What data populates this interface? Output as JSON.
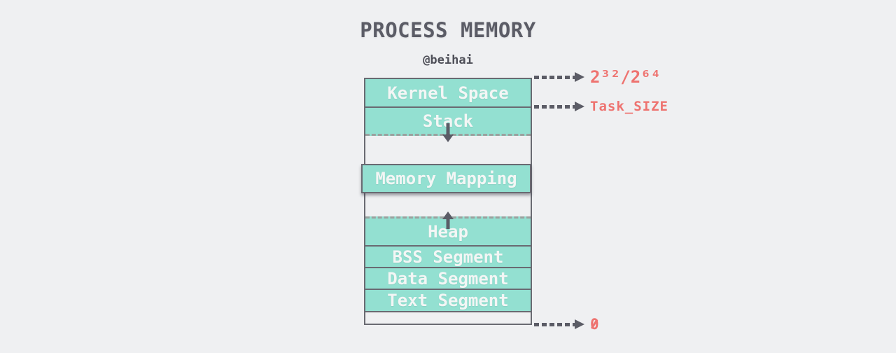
{
  "title": "PROCESS MEMORY",
  "subtitle": "@beihai",
  "segments": [
    {
      "id": "kernel-space",
      "label": "Kernel Space"
    },
    {
      "id": "stack",
      "label": "Stack"
    },
    {
      "id": "memory-mapping",
      "label": "Memory Mapping"
    },
    {
      "id": "heap",
      "label": "Heap"
    },
    {
      "id": "bss-segment",
      "label": "BSS Segment"
    },
    {
      "id": "data-segment",
      "label": "Data Segment"
    },
    {
      "id": "text-segment",
      "label": "Text Segment"
    }
  ],
  "annotations": {
    "top_address": "2³²/2⁶⁴",
    "task_size": "Task_SIZE",
    "bottom_address": "0"
  },
  "colors": {
    "background": "#eff0f2",
    "segment_fill": "#93e0d1",
    "segment_text": "#f3f6f5",
    "border": "#696a72",
    "dashed_divider": "#9ba19f",
    "arrow": "#5b5c66",
    "annotation_text": "#ee7370",
    "title_text": "#5b5c66"
  }
}
